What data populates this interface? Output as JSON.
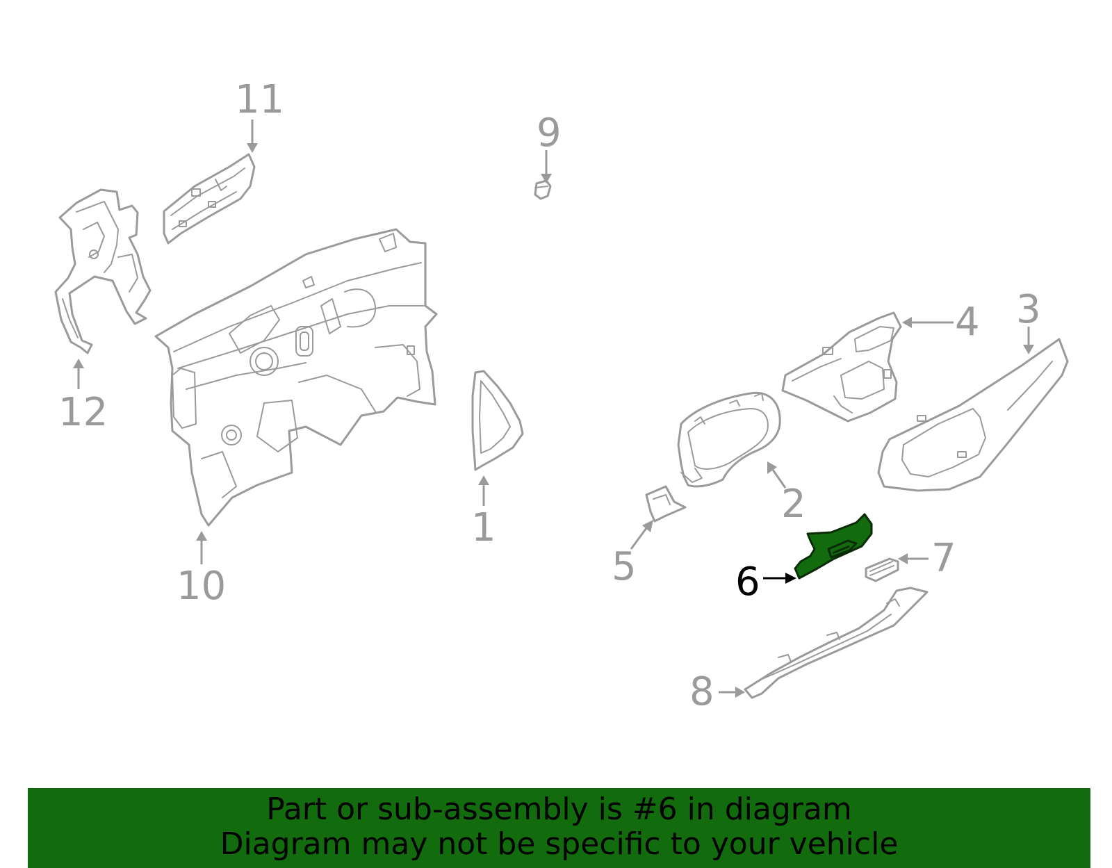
{
  "diagram": {
    "callouts": {
      "c1": "1",
      "c2": "2",
      "c3": "3",
      "c4": "4",
      "c5": "5",
      "c6": "6",
      "c7": "7",
      "c8": "8",
      "c9": "9",
      "c10": "10",
      "c11": "11",
      "c12": "12"
    },
    "highlighted_part": "6",
    "colors": {
      "part_stroke": "#9a9a9a",
      "highlight_fill": "#126b0c",
      "highlight_label": "#000000"
    }
  },
  "banner": {
    "line1": "Part or sub-assembly is #6 in diagram",
    "line2": "Diagram may not be specific to your vehicle",
    "background": "#126b0c"
  }
}
